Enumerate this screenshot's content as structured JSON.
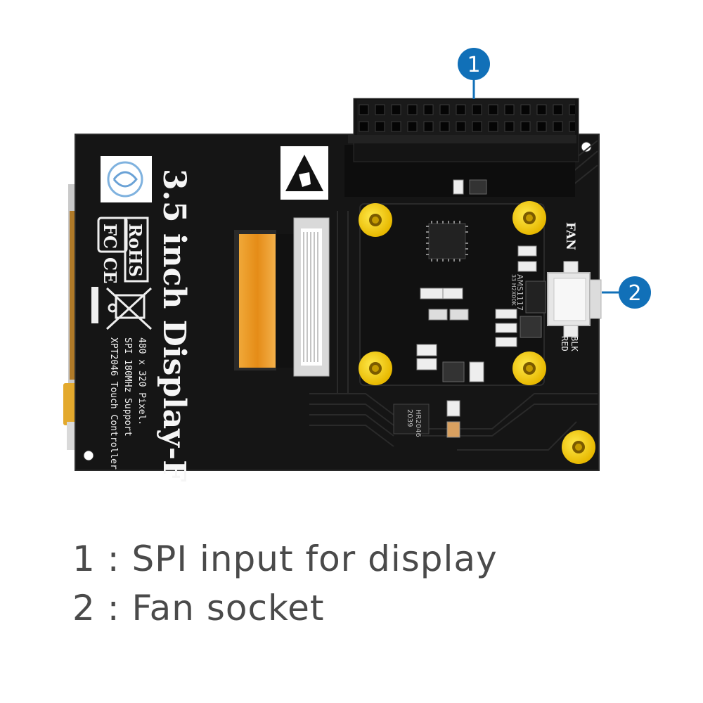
{
  "board": {
    "title": "3.5 inch Display-F",
    "spec_lines": [
      "480 x 320 Pixel.",
      "SPI 180MHz Support",
      "XPT2046 Touch Controller"
    ],
    "logos": {
      "fc": "FC",
      "ce": "CE",
      "rohs": "RoHS"
    },
    "labels": {
      "fan": "FAN",
      "blk": "BLK",
      "red": "RED"
    },
    "chip_markings": {
      "regulator": "AMS1117",
      "regulator_sub": "33 H2X00K",
      "touch_chip": "HR2046",
      "touch_chip_sub": "2039"
    },
    "colors": {
      "pcb": "#141414",
      "standoff": "#f6d20a",
      "flex_cable": "#e8931a",
      "fan_socket": "#e6e6e6"
    }
  },
  "callouts": [
    {
      "number": "1",
      "color": "#1170b8"
    },
    {
      "number": "2",
      "color": "#1170b8"
    }
  ],
  "legend": [
    {
      "text": "1 : SPI input for display"
    },
    {
      "text": "2 : Fan socket"
    }
  ]
}
